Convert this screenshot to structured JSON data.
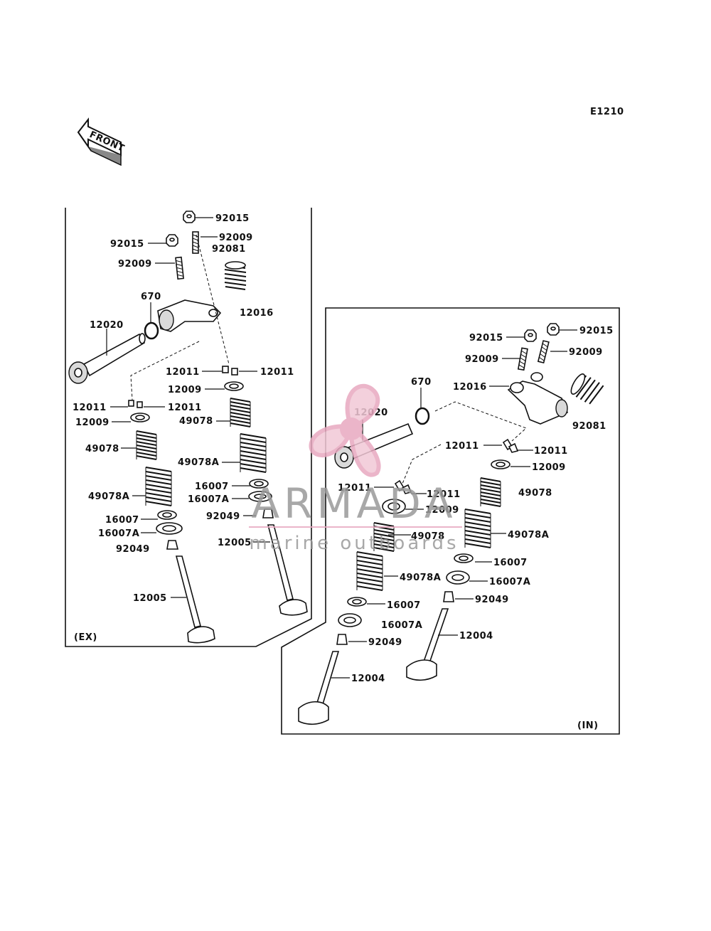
{
  "diagram_code": "E1210",
  "front_label": "FRONT",
  "exhaust_label": "(EX)",
  "intake_label": "(IN)",
  "watermark": {
    "brand": "ARMADA",
    "tagline": "marine outboards",
    "accent": "#e8a9c0"
  },
  "colors": {
    "line": "#111111",
    "background": "#ffffff"
  },
  "ex_parts": {
    "p92015a": "92015",
    "p92015b": "92015",
    "p92009a": "92009",
    "p92009b": "92009",
    "p92081": "92081",
    "p670": "670",
    "p12020": "12020",
    "p12016": "12016",
    "p12011a": "12011",
    "p12011b": "12011",
    "p12011c": "12011",
    "p12011d": "12011",
    "p12009a": "12009",
    "p12009b": "12009",
    "p49078a": "49078",
    "p49078b": "49078",
    "p49078Aa": "49078A",
    "p49078Ab": "49078A",
    "p16007a": "16007",
    "p16007b": "16007",
    "p16007Aa": "16007A",
    "p16007Ab": "16007A",
    "p92049a": "92049",
    "p92049b": "92049",
    "p12005a": "12005",
    "p12005b": "12005"
  },
  "in_parts": {
    "p92015a": "92015",
    "p92015b": "92015",
    "p92009a": "92009",
    "p92009b": "92009",
    "p670": "670",
    "p12016": "12016",
    "p12020": "12020",
    "p92081": "92081",
    "p12011a": "12011",
    "p12011b": "12011",
    "p12011c": "12011",
    "p12011d": "12011",
    "p12009a": "12009",
    "p12009b": "12009",
    "p49078a": "49078",
    "p49078b": "49078",
    "p49078Aa": "49078A",
    "p49078Ab": "49078A",
    "p16007a": "16007",
    "p16007b": "16007",
    "p16007Aa": "16007A",
    "p16007Ab": "16007A",
    "p92049a": "92049",
    "p92049b": "92049",
    "p12004a": "12004",
    "p12004b": "12004"
  }
}
